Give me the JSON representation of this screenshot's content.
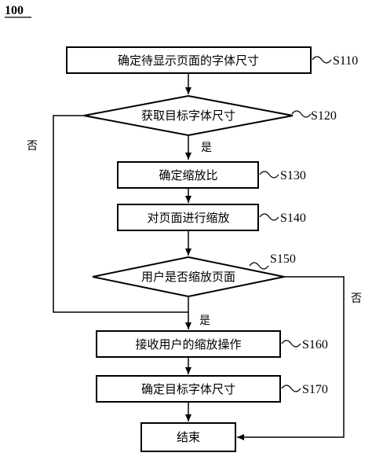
{
  "figure_number": "100",
  "steps": {
    "s110": {
      "text": "确定待显示页面的字体尺寸",
      "label": "S110"
    },
    "s120": {
      "text": "获取目标字体尺寸",
      "label": "S120"
    },
    "s130": {
      "text": "确定缩放比",
      "label": "S130"
    },
    "s140": {
      "text": "对页面进行缩放",
      "label": "S140"
    },
    "s150": {
      "text": "用户是否缩放页面",
      "label": "S150"
    },
    "s160": {
      "text": "接收用户的缩放操作",
      "label": "S160"
    },
    "s170": {
      "text": "确定目标字体尺寸",
      "label": "S170"
    },
    "end": {
      "text": "结束"
    }
  },
  "branches": {
    "s120_yes": "是",
    "s120_no": "否",
    "s150_yes": "是",
    "s150_no": "否"
  }
}
